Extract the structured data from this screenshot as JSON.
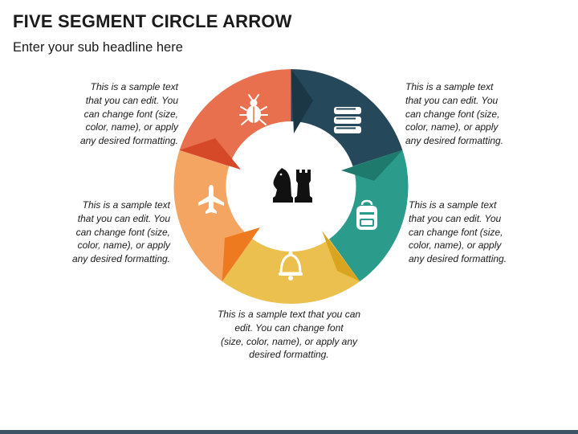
{
  "title": "FIVE SEGMENT CIRCLE ARROW",
  "subtitle": "Enter your sub headline here",
  "colors": {
    "orange_red": "#E8704F",
    "orange_red_dark": "#D54828",
    "navy": "#25485A",
    "navy_dark": "#1B3645",
    "teal": "#2B9B8B",
    "teal_dark": "#1E7A6D",
    "yellow": "#ECC04E",
    "yellow_dark": "#D9A420",
    "orange": "#F5A562",
    "orange_dark": "#EE7A1F",
    "icon_center": "#111111"
  },
  "segments": [
    {
      "id": "top-left",
      "icon": "bug-icon",
      "color_key": "orange_red"
    },
    {
      "id": "top-right",
      "icon": "books-icon",
      "color_key": "navy"
    },
    {
      "id": "right",
      "icon": "backpack-icon",
      "color_key": "teal"
    },
    {
      "id": "bottom",
      "icon": "bell-icon",
      "color_key": "yellow"
    },
    {
      "id": "left",
      "icon": "airplane-icon",
      "color_key": "orange"
    }
  ],
  "center_icon": "chess-pieces-icon",
  "text_blocks": {
    "top_left": [
      "This is a sample text",
      "that you can edit. You",
      "can change font (size,",
      "color, name), or apply",
      "any desired formatting."
    ],
    "mid_left": [
      "This is a sample text",
      "that you can edit. You",
      "can change font (size,",
      "color, name), or apply",
      "any desired formatting."
    ],
    "top_right": [
      "This is a sample text",
      "that you can edit. You",
      "can change font (size,",
      "color, name), or apply",
      "any desired formatting."
    ],
    "mid_right": [
      "This is a sample text",
      "that you can edit. You",
      "can change font (size,",
      "color, name), or apply",
      "any desired formatting."
    ],
    "bottom": [
      "This is a sample text that you can",
      "edit. You can change font",
      "(size, color, name), or apply any",
      "desired formatting."
    ]
  }
}
